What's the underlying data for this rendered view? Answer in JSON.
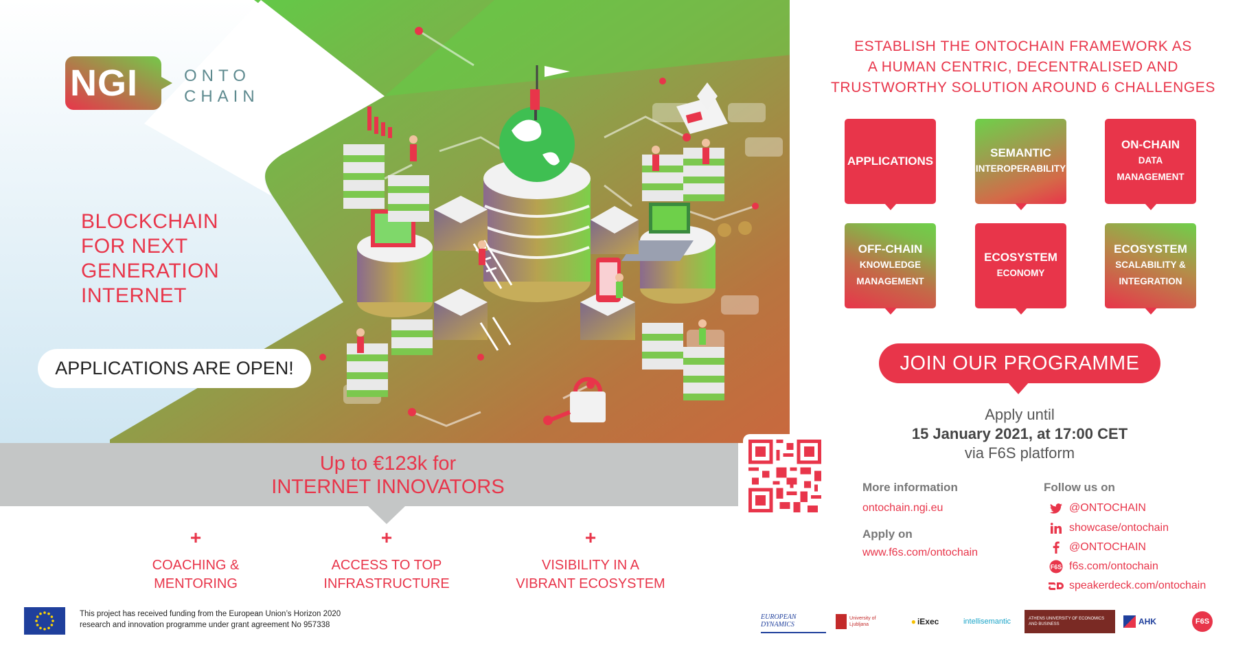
{
  "logo": {
    "mark": "NGI",
    "line1": "ONTO",
    "line2": "CHAIN"
  },
  "headline": [
    "BLOCKCHAIN",
    "FOR NEXT",
    "GENERATION",
    "INTERNET"
  ],
  "applications_open": "APPLICATIONS ARE OPEN!",
  "banner": {
    "line1": "Up to €123k for",
    "line2": "INTERNET INNOVATORS"
  },
  "benefits": [
    {
      "plus": "+",
      "line1": "COACHING &",
      "line2": "MENTORING"
    },
    {
      "plus": "+",
      "line1": "ACCESS TO TOP",
      "line2": "INFRASTRUCTURE"
    },
    {
      "plus": "+",
      "line1": "VISIBILITY IN A",
      "line2": "VIBRANT ECOSYSTEM"
    }
  ],
  "mission": [
    "ESTABLISH THE ONTOCHAIN FRAMEWORK AS",
    "A HUMAN CENTRIC, DECENTRALISED AND",
    "TRUSTWORTHY SOLUTION AROUND 6 CHALLENGES"
  ],
  "challenges": [
    {
      "title": "APPLICATIONS",
      "sub": ""
    },
    {
      "title": "SEMANTIC",
      "sub": "INTEROPERABILITY"
    },
    {
      "title": "ON-CHAIN",
      "sub": "DATA MANAGEMENT"
    },
    {
      "title": "OFF-CHAIN",
      "sub": "KNOWLEDGE MANAGEMENT"
    },
    {
      "title": "ECOSYSTEM",
      "sub": "ECONOMY"
    },
    {
      "title": "ECOSYSTEM",
      "sub": "SCALABILITY & INTEGRATION"
    }
  ],
  "join_button": "JOIN OUR PROGRAMME",
  "apply": {
    "line1": "Apply until",
    "line2": "15 January 2021, at 17:00 CET",
    "line3": "via F6S platform"
  },
  "more_info": {
    "label": "More information",
    "link": "ontochain.ngi.eu"
  },
  "apply_on": {
    "label": "Apply on",
    "link": "www.f6s.com/ontochain"
  },
  "follow": {
    "label": "Follow us on",
    "items": [
      {
        "icon": "twitter-icon",
        "text": "@ONTOCHAIN"
      },
      {
        "icon": "linkedin-icon",
        "text": "showcase/ontochain"
      },
      {
        "icon": "facebook-icon",
        "text": "@ONTOCHAIN"
      },
      {
        "icon": "f6s-icon",
        "text": "f6s.com/ontochain"
      },
      {
        "icon": "speakerdeck-icon",
        "text": "speakerdeck.com/ontochain"
      }
    ]
  },
  "funding_note": [
    "This project has received funding from the European Union’s Horizon 2020",
    "research and innovation programme under grant agreement No 957338"
  ],
  "partners": [
    "EUROPEAN DYNAMICS",
    "University of Ljubljana",
    "iExec",
    "intellisemantic",
    "ATHENS UNIVERSITY OF ECONOMICS AND BUSINESS",
    "AHK",
    "F6S"
  ],
  "colors": {
    "accent": "#e8354a",
    "green": "#6ed04a",
    "banner_grey": "#c4c6c6"
  }
}
